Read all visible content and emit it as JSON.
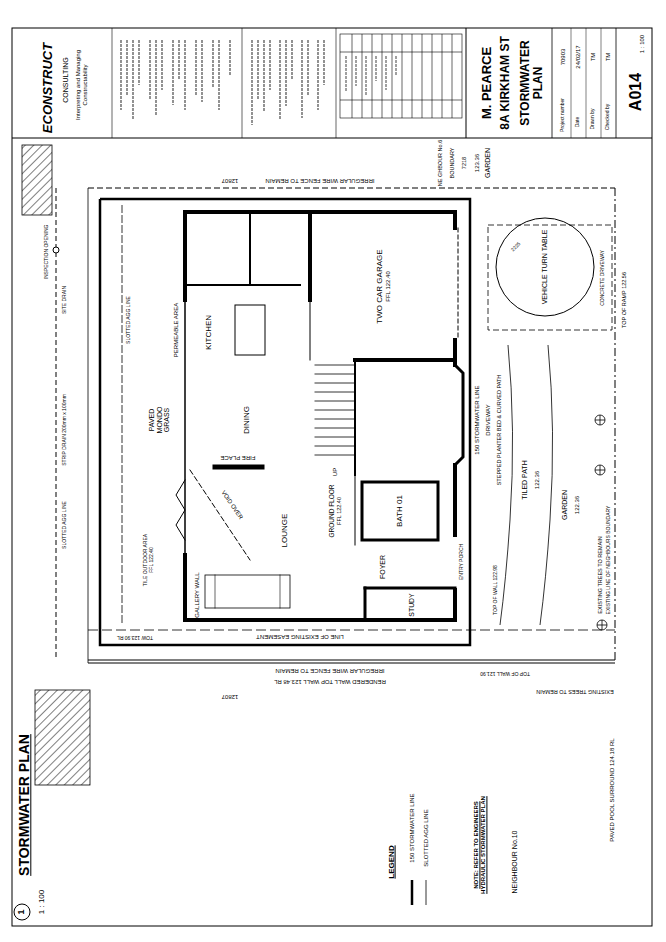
{
  "diagram": {
    "title": "STORMWATER PLAN",
    "nodes": [
      {
        "text": [
          "TWO CAR GARAGE",
          "FFL 122.40"
        ]
      },
      {
        "text": [
          "KITCHEN"
        ]
      },
      {
        "text": [
          "DINING"
        ]
      },
      {
        "text": [
          "LOUNGE"
        ]
      },
      {
        "text": [
          "GROUND FLOOR",
          "FFL 122.40"
        ]
      },
      {
        "text": [
          "BATH 01"
        ]
      },
      {
        "text": [
          "FOYER"
        ]
      },
      {
        "text": [
          "STUDY"
        ]
      },
      {
        "text": [
          "VEHICLE TURN TABLE"
        ]
      }
    ],
    "labels": [
      "ECONSTRUCT",
      "CONSULTING",
      "Interpreting and Managing Constructability",
      "M. PEARCE",
      "8A KIRKHAM ST",
      "STORMWATER PLAN",
      "Project number",
      "70903",
      "Date",
      "24/02/17",
      "Drawn by",
      "TM",
      "Checked by",
      "TM",
      "A014",
      "1 : 100",
      "NE GHBOUR No.6",
      "BOUNDARY",
      "7218",
      "GARDEN",
      "123.36",
      "IRREGULAR WIRE FENCE TO REMAIN",
      "12807",
      "TOP OF RAMP 122.56",
      "CONCRETE DRIVEWAY",
      "2225",
      "150 STORMWATER LINE",
      "DRIVEWAY",
      "STEPPED PLANTER BED & CURVED PATH",
      "TILED PATH",
      "122.36",
      "GARDEN",
      "122.36",
      "EXISTING TREES TO REMAIN",
      "EXISTING LINE OF NEIGHBOURS BOUNDARY",
      "TOP OF WALL 122.98",
      "ENTRY PORCH",
      "TOP OF WALL 121.90",
      "EXISTING TREES TO REMAIN",
      "IRREGULAR WIRE FENCE TO REMAIN",
      "RENDERED WALL TOP WALL 123.48 RL",
      "PAVED POOL SURROUND 124.18 RL",
      "12807",
      "LINE OF EXISTING EASEMENT",
      "TOW 123.90 RL",
      "GALLERY WALL",
      "VOID OVER",
      "FIRE PLACE",
      "UP",
      "PERMEABLE AREA",
      "PAVED MONDO GRASS",
      "TILE OUTDOOR AREA FFL 122.40",
      "INSPECTION OPENING",
      "SITE DRAIN",
      "STRIP DRAIN 200mm x 100mm",
      "SLOTTED AGG LINE",
      "SLOTTED AGG LINE",
      "LEGEND",
      "NOTE: REFER TO ENGINEERS HYDRAULIC STORMWATER PLAN",
      "NEIGHBOUR No.10",
      "1",
      "1 : 100"
    ],
    "legend": [
      {
        "text": "150 STORMWATER LINE"
      },
      {
        "text": "SLOTTED AGG LINE"
      }
    ]
  }
}
